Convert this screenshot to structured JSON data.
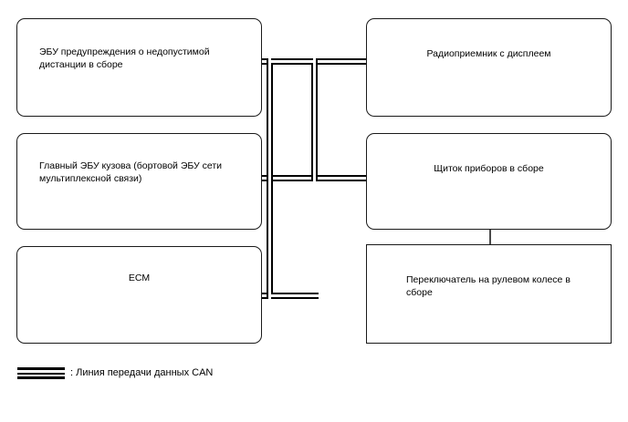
{
  "diagram": {
    "title": "CAN communication system diagram",
    "background_color": "#ffffff",
    "line_color": "#000000",
    "nodes": [
      {
        "id": "ecu-warning-distance",
        "label": "ЭБУ предупреждения о недопустимой\nдистанции в сборе",
        "column": "left",
        "row": 1,
        "shape": "rounded-rect",
        "align": "left"
      },
      {
        "id": "main-body-ecu",
        "label": "Главный ЭБУ кузова (бортовой ЭБУ сети\nмультиплексной связи)",
        "column": "left",
        "row": 2,
        "shape": "rounded-rect",
        "align": "left"
      },
      {
        "id": "ecm",
        "label": "ECM",
        "column": "left",
        "row": 3,
        "shape": "rounded-rect",
        "align": "center"
      },
      {
        "id": "radio-receiver-display",
        "label": "Радиоприемник с дисплеем",
        "column": "right",
        "row": 1,
        "shape": "rounded-rect",
        "align": "center"
      },
      {
        "id": "instrument-cluster",
        "label": "Щиток приборов в сборе",
        "column": "right",
        "row": 2,
        "shape": "rounded-rect",
        "align": "center"
      },
      {
        "id": "steering-wheel-switch",
        "label": "Переключатель на рулевом колесе в\nсборе",
        "column": "right",
        "row": 3,
        "shape": "rect",
        "align": "left"
      }
    ],
    "legend": {
      "symbol": "can-bus-double-line",
      "text": ": Линия передачи данных CAN"
    }
  }
}
